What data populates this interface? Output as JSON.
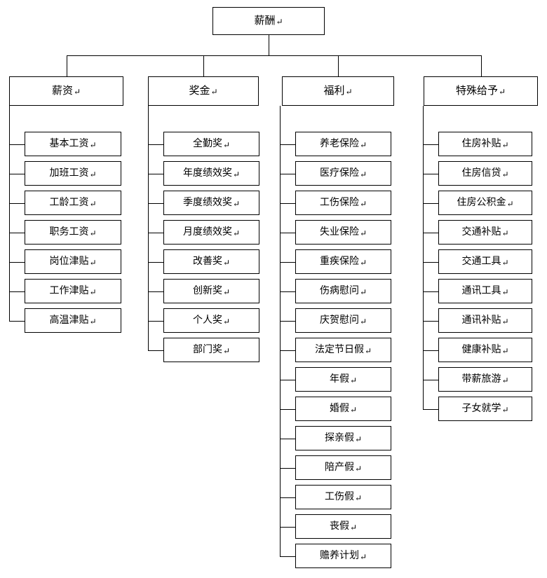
{
  "diagram": {
    "type": "org-tree",
    "mark": "↵",
    "root": {
      "label": "薪酬"
    },
    "categories": [
      {
        "label": "薪资",
        "children": [
          "基本工资",
          "加班工资",
          "工龄工资",
          "职务工资",
          "岗位津贴",
          "工作津贴",
          "高温津贴"
        ]
      },
      {
        "label": "奖金",
        "children": [
          "全勤奖",
          "年度绩效奖",
          "季度绩效奖",
          "月度绩效奖",
          "改善奖",
          "创新奖",
          "个人奖",
          "部门奖"
        ]
      },
      {
        "label": "福利",
        "children": [
          "养老保险",
          "医疗保险",
          "工伤保险",
          "失业保险",
          "重疾保险",
          "伤病慰问",
          "庆贺慰问",
          "法定节日假",
          "年假",
          "婚假",
          "探亲假",
          "陪产假",
          "工伤假",
          "丧假",
          "赡养计划"
        ]
      },
      {
        "label": "特殊给予",
        "children": [
          "住房补贴",
          "住房信贷",
          "住房公积金",
          "交通补贴",
          "交通工具",
          "通讯工具",
          "通讯补贴",
          "健康补贴",
          "带薪旅游",
          "子女就学"
        ]
      }
    ]
  }
}
